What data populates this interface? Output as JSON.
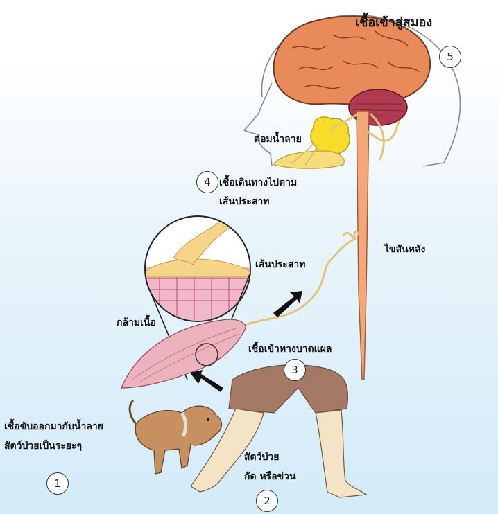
{
  "title": "เชื้อเข้าสู่สมอง",
  "labels": {
    "salivary_gland": "ต่อมน้ำลาย",
    "step4_line1": "เชื้อเดินทางไปตาม",
    "step4_line2": "เส้นประสาท",
    "spinal_cord": "ไขสันหลัง",
    "nerve": "เส้นประสาท",
    "muscle": "กล้ามเนื้อ",
    "wound_entry": "เชื้อเข้าทางบาดแผล",
    "saliva_line1": "เชื้อขับออกมากับน้ำลาย",
    "saliva_line2": "สัตว์ป่วยเป็นระยะๆ",
    "bite_line1": "สัตว์ป่วย",
    "bite_line2": "กัด หรือข่วน"
  },
  "steps": [
    "1",
    "2",
    "3",
    "4",
    "5"
  ]
}
